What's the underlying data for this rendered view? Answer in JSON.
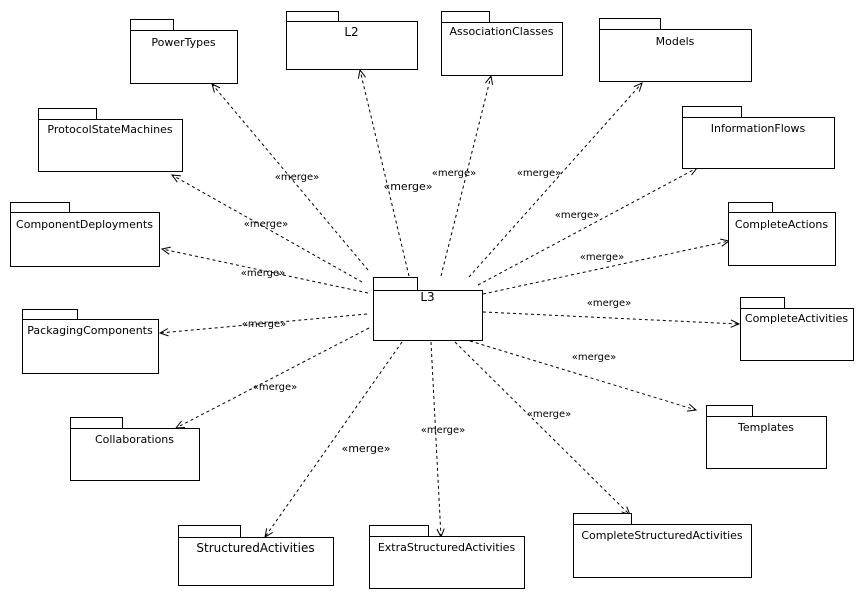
{
  "center_package": {
    "id": "l3",
    "name": "L3"
  },
  "stereotype": "«merge»",
  "packages": [
    {
      "id": "powertypes",
      "name": "PowerTypes"
    },
    {
      "id": "l2",
      "name": "L2"
    },
    {
      "id": "associationclasses",
      "name": "AssociationClasses"
    },
    {
      "id": "models",
      "name": "Models"
    },
    {
      "id": "protocolstatemachines",
      "name": "ProtocolStateMachines"
    },
    {
      "id": "informationflows",
      "name": "InformationFlows"
    },
    {
      "id": "componentdeployments",
      "name": "ComponentDeployments"
    },
    {
      "id": "completeactions",
      "name": "CompleteActions"
    },
    {
      "id": "packagingcomponents",
      "name": "PackagingComponents"
    },
    {
      "id": "completeactivities",
      "name": "CompleteActivities"
    },
    {
      "id": "collaborations",
      "name": "Collaborations"
    },
    {
      "id": "templates",
      "name": "Templates"
    },
    {
      "id": "structuredactivities",
      "name": "StructuredActivities"
    },
    {
      "id": "extrastructuredactivities",
      "name": "ExtraStructuredActivities"
    },
    {
      "id": "completestructuredactivities",
      "name": "CompleteStructuredActivities"
    }
  ],
  "dependencies": [
    {
      "from": "l3",
      "to": "powertypes",
      "label": "«merge»"
    },
    {
      "from": "l3",
      "to": "l2",
      "label": "«merge»"
    },
    {
      "from": "l3",
      "to": "associationclasses",
      "label": "«merge»"
    },
    {
      "from": "l3",
      "to": "models",
      "label": "«merge»"
    },
    {
      "from": "l3",
      "to": "protocolstatemachines",
      "label": "«merge»"
    },
    {
      "from": "l3",
      "to": "informationflows",
      "label": "«merge»"
    },
    {
      "from": "l3",
      "to": "componentdeployments",
      "label": "«merge»"
    },
    {
      "from": "l3",
      "to": "completeactions",
      "label": "«merge»"
    },
    {
      "from": "l3",
      "to": "packagingcomponents",
      "label": "«merge»"
    },
    {
      "from": "l3",
      "to": "completeactivities",
      "label": "«merge»"
    },
    {
      "from": "l3",
      "to": "collaborations",
      "label": "«merge»"
    },
    {
      "from": "l3",
      "to": "templates",
      "label": "«merge»"
    },
    {
      "from": "l3",
      "to": "structuredactivities",
      "label": "«merge»"
    },
    {
      "from": "l3",
      "to": "extrastructuredactivities",
      "label": "«merge»"
    },
    {
      "from": "l3",
      "to": "completestructuredactivities",
      "label": "«merge»"
    }
  ]
}
